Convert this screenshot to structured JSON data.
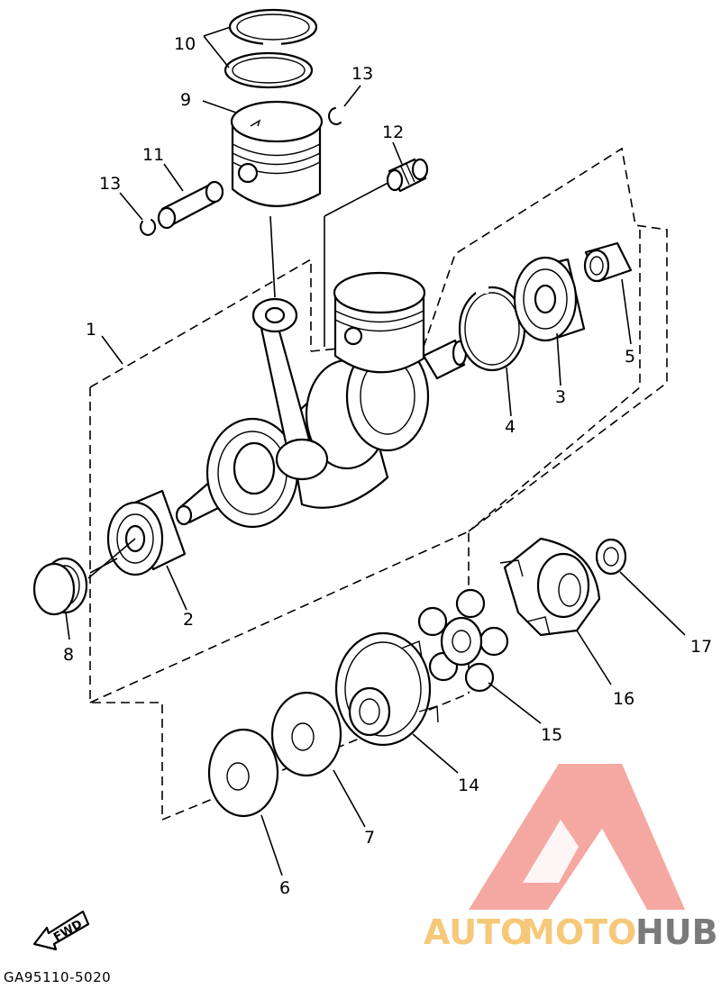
{
  "diagram": {
    "callouts": [
      {
        "id": "1",
        "label": "1"
      },
      {
        "id": "2",
        "label": "2"
      },
      {
        "id": "3",
        "label": "3"
      },
      {
        "id": "4",
        "label": "4"
      },
      {
        "id": "5",
        "label": "5"
      },
      {
        "id": "6",
        "label": "6"
      },
      {
        "id": "7",
        "label": "7"
      },
      {
        "id": "8",
        "label": "8"
      },
      {
        "id": "9",
        "label": "9"
      },
      {
        "id": "10",
        "label": "10"
      },
      {
        "id": "11",
        "label": "11"
      },
      {
        "id": "12",
        "label": "12"
      },
      {
        "id": "13a",
        "label": "13"
      },
      {
        "id": "13b",
        "label": "13"
      },
      {
        "id": "14",
        "label": "14"
      },
      {
        "id": "15",
        "label": "15"
      },
      {
        "id": "16",
        "label": "16"
      },
      {
        "id": "17",
        "label": "17"
      }
    ],
    "fwd_label": "FWD",
    "drawing_code": "GA95110-5020"
  },
  "watermark": {
    "text_auto": "AUTO",
    "text_moto": "MOTO",
    "text_hub": "HUB",
    "colors": {
      "logo": "#f28b82",
      "auto": "#f6c97a",
      "moto": "#f6c97a",
      "hub": "#7a7a7a"
    }
  }
}
